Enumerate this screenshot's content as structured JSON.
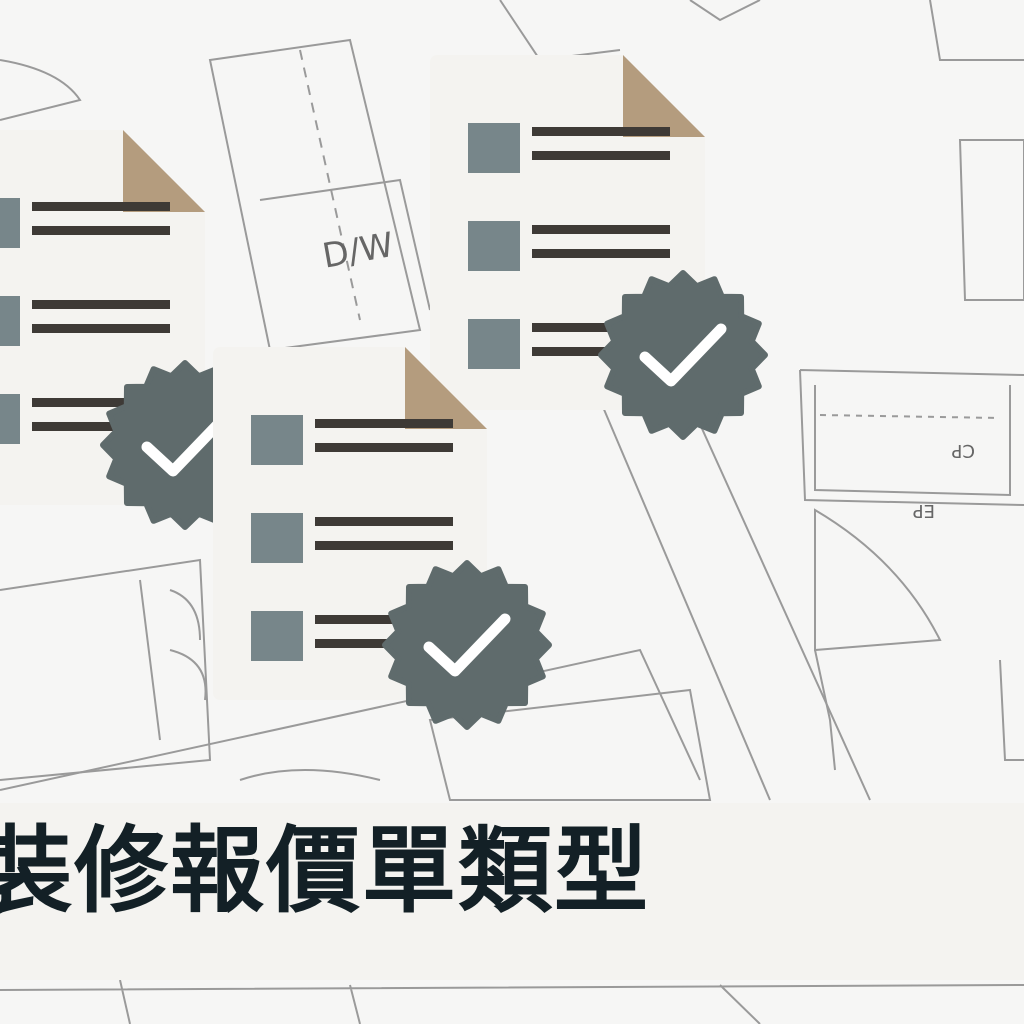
{
  "banner": {
    "title": "裝修報價單類型"
  },
  "background": {
    "plan_labels": [
      "D/W",
      "CP",
      "EP"
    ]
  },
  "documents": [
    {
      "name": "checklist-document-left",
      "items": 3,
      "verified": true
    },
    {
      "name": "checklist-document-top-right",
      "items": 3,
      "verified": true
    },
    {
      "name": "checklist-document-center",
      "items": 3,
      "verified": true
    }
  ],
  "colors": {
    "paper": "#f4f3f0",
    "fold": "#b49c7e",
    "square": "#77868a",
    "line": "#3e3a36",
    "badge": "#5f6b6c",
    "title": "#132026"
  }
}
